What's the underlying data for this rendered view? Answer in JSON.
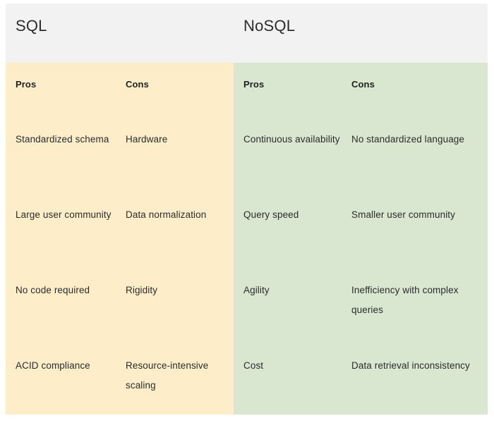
{
  "colors": {
    "page_background": "#ffffff",
    "header_band": "#f2f2f2",
    "sql_panel": "#fdeec9",
    "nosql_panel": "#d9e7d1",
    "title_text": "#2d2d2d",
    "heading_text": "#1f1f1f",
    "body_text": "#2b2b2b"
  },
  "panels": [
    {
      "id": "sql",
      "title": "SQL",
      "columns": [
        {
          "id": "pros",
          "header": "Pros",
          "items": [
            "Standardized schema",
            "Large user community",
            "No code required",
            "ACID compliance"
          ]
        },
        {
          "id": "cons",
          "header": "Cons",
          "items": [
            "Hardware",
            "Data normalization",
            "Rigidity",
            "Resource-intensive scaling"
          ]
        }
      ]
    },
    {
      "id": "nosql",
      "title": "NoSQL",
      "columns": [
        {
          "id": "pros",
          "header": "Pros",
          "items": [
            "Continuous availability",
            "Query speed",
            "Agility",
            "Cost"
          ]
        },
        {
          "id": "cons",
          "header": "Cons",
          "items": [
            "No standardized language",
            "Smaller user community",
            "Inefficiency with complex queries",
            "Data retrieval inconsistency"
          ]
        }
      ]
    }
  ]
}
